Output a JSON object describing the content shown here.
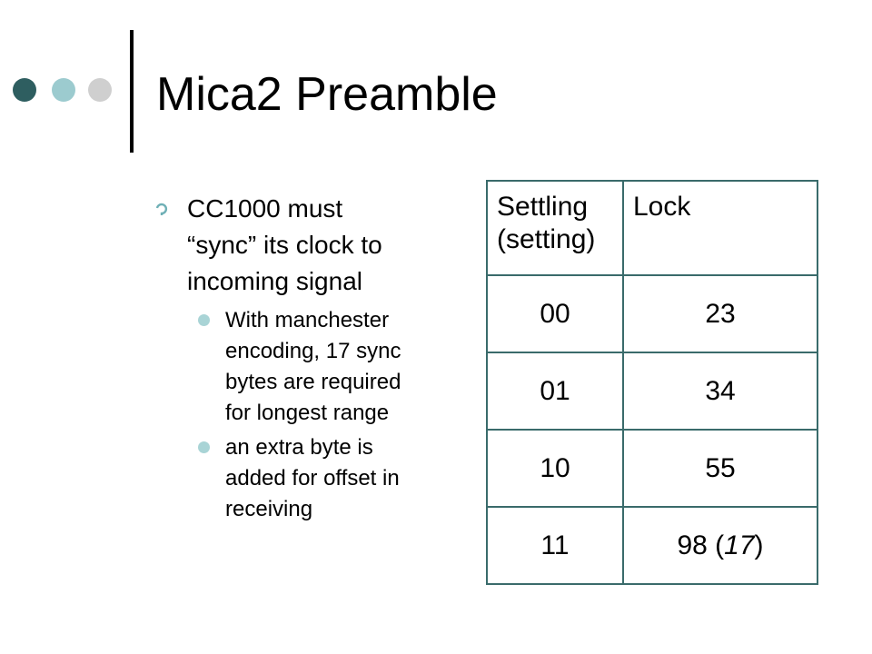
{
  "colors": {
    "dot_dark": "#2e5e60",
    "dot_mid": "#9ccbcf",
    "dot_light": "#cfcfcf",
    "rule": "#000000",
    "bullet_teal": "#6fb0b6",
    "sub_bullet": "#a9d4d6",
    "table_border": "#3a6b6b"
  },
  "icons": {
    "main_bullet": "hook-bullet-icon",
    "sub_bullet": "circle-bullet-icon"
  },
  "slide": {
    "title": "Mica2 Preamble",
    "bullet": {
      "line1": "CC1000 must",
      "line2": "“sync” its clock to",
      "line3": "incoming signal",
      "sub": [
        {
          "lines": [
            "With manchester",
            "encoding, 17 sync",
            "bytes are required",
            "for longest range"
          ]
        },
        {
          "lines": [
            "an extra byte is",
            "added for offset in",
            "receiving"
          ]
        }
      ]
    },
    "table": {
      "headers": {
        "settling_line1": "Settling",
        "settling_line2": "(setting)",
        "lock": "Lock"
      },
      "rows": [
        {
          "settling": "00",
          "lock": "23",
          "note": ""
        },
        {
          "settling": "01",
          "lock": "34",
          "note": ""
        },
        {
          "settling": "10",
          "lock": "55",
          "note": ""
        },
        {
          "settling": "11",
          "lock": "98 (",
          "note": "17",
          "close": ")"
        }
      ]
    }
  }
}
